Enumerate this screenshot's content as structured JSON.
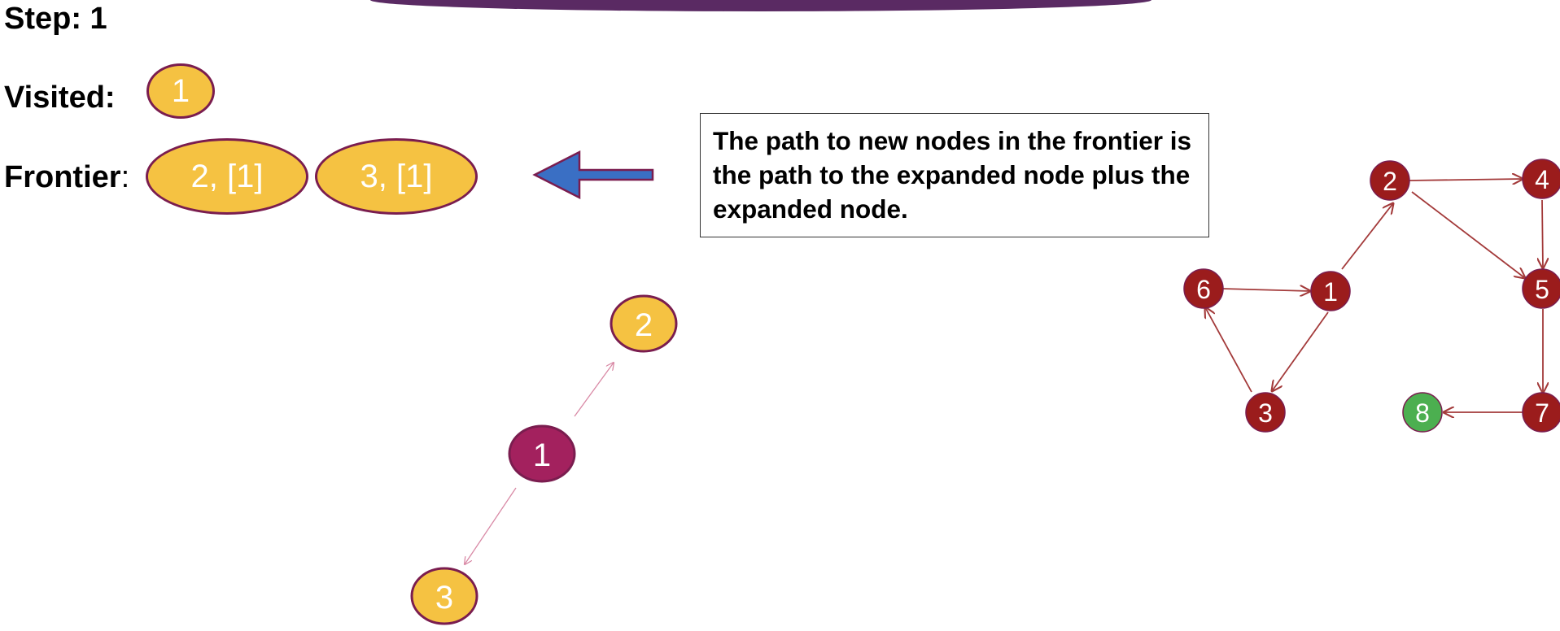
{
  "step": {
    "label": "Step: 1"
  },
  "visited": {
    "label": "Visited:",
    "nodes": [
      "1"
    ]
  },
  "frontier": {
    "label": "Frontier",
    "colon": ":",
    "items": [
      "2, [1]",
      "3, [1]"
    ]
  },
  "callout": {
    "text": "The path to new nodes in the frontier is the path to the expanded node plus the expanded node."
  },
  "search_tree": {
    "nodes": [
      {
        "id": "1",
        "role": "expanded"
      },
      {
        "id": "2",
        "role": "frontier"
      },
      {
        "id": "3",
        "role": "frontier"
      }
    ],
    "edges": [
      [
        "1",
        "2"
      ],
      [
        "1",
        "3"
      ]
    ]
  },
  "graph": {
    "nodes": [
      {
        "id": "1",
        "color": "red"
      },
      {
        "id": "2",
        "color": "red"
      },
      {
        "id": "3",
        "color": "red"
      },
      {
        "id": "4",
        "color": "red"
      },
      {
        "id": "5",
        "color": "red"
      },
      {
        "id": "6",
        "color": "red"
      },
      {
        "id": "7",
        "color": "red"
      },
      {
        "id": "8",
        "color": "green"
      }
    ],
    "edges": [
      [
        "1",
        "2"
      ],
      [
        "1",
        "3"
      ],
      [
        "3",
        "6"
      ],
      [
        "6",
        "1"
      ],
      [
        "2",
        "4"
      ],
      [
        "2",
        "5"
      ],
      [
        "4",
        "5"
      ],
      [
        "5",
        "7"
      ],
      [
        "7",
        "8"
      ]
    ]
  },
  "colors": {
    "frontier_fill": "#f5c242",
    "frontier_border": "#7a1d4f",
    "expanded_fill": "#a3215e",
    "graph_node": "#9b1c1c",
    "graph_goal": "#4caf50",
    "graph_edge": "#a33a3a",
    "arrow_fill": "#3a6fc4",
    "arrow_stroke": "#7a1d4f"
  }
}
